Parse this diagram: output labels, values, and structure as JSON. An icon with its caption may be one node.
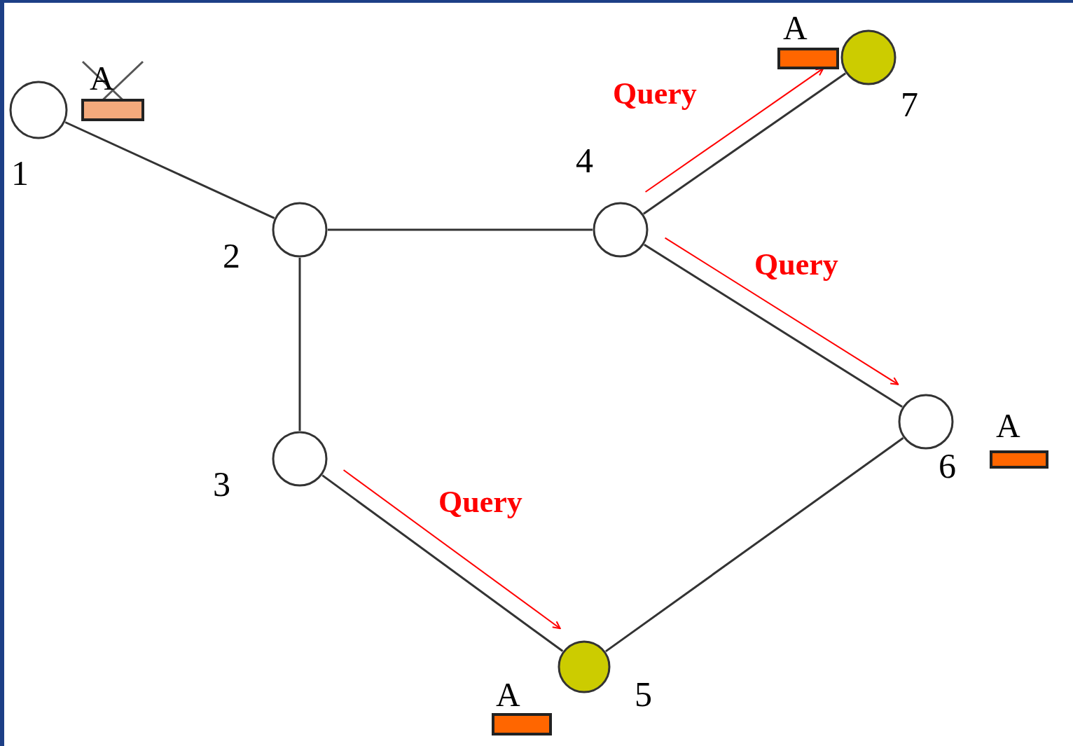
{
  "diagram": {
    "nodes": [
      {
        "text": [],
        "shape": "circle",
        "beside": [
          "1"
        ]
      },
      {
        "text": [],
        "shape": "circle",
        "beside": [
          "2"
        ]
      },
      {
        "text": [],
        "shape": "circle",
        "beside": [
          "3"
        ]
      },
      {
        "text": [],
        "shape": "circle",
        "beside": [
          "4"
        ]
      },
      {
        "text": [],
        "shape": "circle",
        "beside": [
          "5"
        ]
      },
      {
        "text": [],
        "shape": "circle",
        "beside": [
          "6"
        ]
      },
      {
        "text": [],
        "shape": "circle",
        "beside": [
          "7"
        ]
      }
    ],
    "edges": [
      {
        "from": 0,
        "to": 1,
        "arrow": "none"
      },
      {
        "from": 1,
        "to": 3,
        "arrow": "none"
      },
      {
        "from": 1,
        "to": 2,
        "arrow": "none"
      },
      {
        "from": 3,
        "to": 6,
        "arrow": "none"
      },
      {
        "from": 3,
        "to": 5,
        "arrow": "none"
      },
      {
        "from": 2,
        "to": 4,
        "arrow": "none"
      },
      {
        "from": 4,
        "to": 5,
        "arrow": "none"
      },
      {
        "from": 3,
        "to": 6,
        "arrow": "to",
        "label": "Query",
        "color": "#ff0000"
      },
      {
        "from": 3,
        "to": 5,
        "arrow": "to",
        "label": "Query",
        "color": "#ff0000"
      },
      {
        "from": 2,
        "to": 4,
        "arrow": "to",
        "label": "Query",
        "color": "#ff0000"
      }
    ],
    "labels": [
      "A",
      "A",
      "A",
      "A"
    ]
  }
}
